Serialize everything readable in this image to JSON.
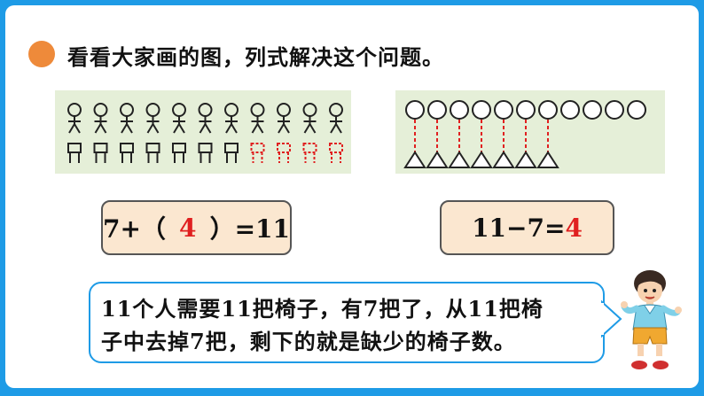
{
  "title": "看看大家画的图，列式解决这个问题。",
  "equations": {
    "first": {
      "prefix": "7+（",
      "answer": "4",
      "suffix": "）=11"
    },
    "second": {
      "prefix": "11−7=",
      "answer": "4"
    }
  },
  "speech": {
    "line1": "11个人需要11把椅子，有7把了，从11把椅",
    "line2": "子中去掉7把，剩下的就是缺少的椅子数。"
  },
  "counts": {
    "people": 11,
    "chairs_drawn": 7,
    "chairs_missing": 4,
    "circles": 11,
    "triangles": 7
  },
  "colors": {
    "page_border": "#1e9be6",
    "bullet": "#ee8a3a",
    "panel": "#e5efd8",
    "equation_box": "#fbe7d0",
    "answer": "#e02020",
    "dashed": "#e02020"
  },
  "icons": {
    "bullet": "orange-dot-icon",
    "boy": "boy-character-icon"
  }
}
